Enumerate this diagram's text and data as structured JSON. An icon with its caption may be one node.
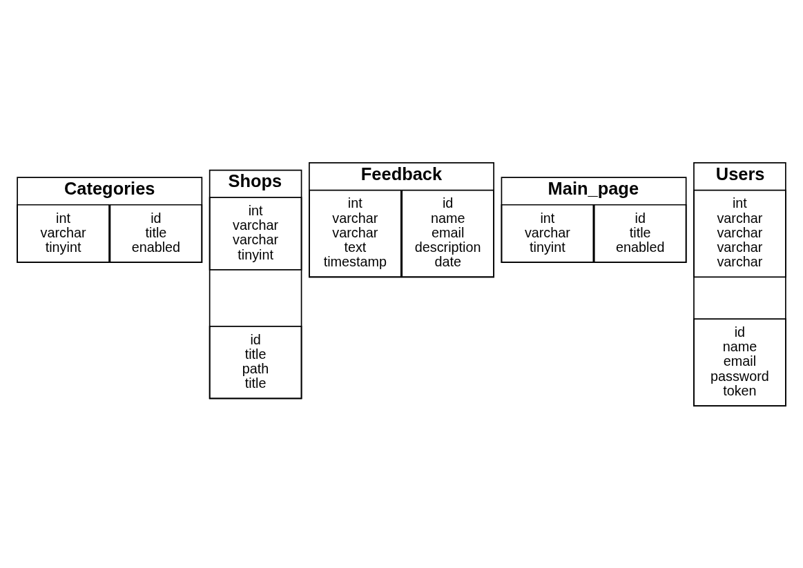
{
  "diagram": {
    "nodes": [
      {
        "text": [
          "Categories"
        ]
      },
      {
        "text": [
          "id",
          "title",
          "enabled"
        ],
        "in": 0
      },
      {
        "text": [
          "int",
          "varchar",
          "tinyint"
        ],
        "in": 0
      },
      {
        "text": [
          "Feedback"
        ]
      },
      {
        "text": [
          "id",
          "name",
          "email",
          "description",
          "date"
        ],
        "in": 3
      },
      {
        "text": [
          "int",
          "varchar",
          "varchar",
          "text",
          "timestamp"
        ],
        "in": 3
      },
      {
        "text": [
          "Main_page"
        ]
      },
      {
        "text": [
          "id",
          "title",
          "enabled"
        ],
        "in": 6
      },
      {
        "text": [
          "int",
          "varchar",
          "tinyint"
        ],
        "in": 6
      },
      {
        "text": [
          "Shops"
        ]
      },
      {
        "text": [
          "id",
          "title",
          "path",
          "title"
        ],
        "in": 9
      },
      {
        "text": [
          "int",
          "varchar",
          "varchar",
          "tinyint"
        ],
        "in": 9
      },
      {
        "text": [
          "Users"
        ]
      },
      {
        "text": [
          "id",
          "name",
          "email",
          "password",
          "token"
        ],
        "in": 12
      },
      {
        "text": [
          "int",
          "varchar",
          "varchar",
          "varchar",
          "varchar"
        ],
        "in": 12
      }
    ],
    "edges": []
  }
}
